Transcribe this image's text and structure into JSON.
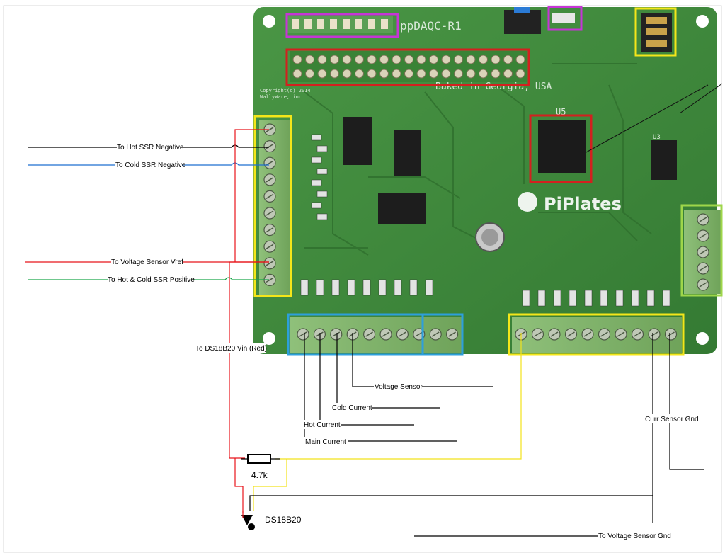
{
  "board": {
    "model": "ppDAQC-R1",
    "tagline": "Baked in Georgia, USA",
    "copyright": [
      "Copyright(c) 2014",
      "WallyWare, inc"
    ],
    "chip_u5": "U5",
    "chip_u3": "U3",
    "logo": "PiPlates"
  },
  "labels": {
    "hot_ssr_negative": "To Hot SSR Negative",
    "cold_ssr_negative": "To Cold SSR Negative",
    "voltage_sensor_vref": "To Voltage Sensor Vref",
    "hot_cold_ssr_positive": "To Hot & Cold SSR Positive",
    "ds18b20_vin": "To DS18B20 Vin (Red)",
    "voltage_sensor": "Voltage Sensor",
    "cold_current": "Cold Current",
    "hot_current": "Hot Current",
    "main_current": "Main Current",
    "curr_sensor_gnd": "Curr Sensor Gnd",
    "voltage_sensor_gnd": "To Voltage Sensor Gnd",
    "resistor_value": "4.7k",
    "sensor_name": "DS18B20"
  },
  "colors": {
    "board_green": "#3f8a3c",
    "wire_black": "#000000",
    "wire_red": "#e8141b",
    "wire_blue": "#1f6fd1",
    "wire_green": "#1aa64a",
    "wire_yellow": "#f2e21a",
    "highlight_red": "#d3201f",
    "highlight_magenta": "#c635d6",
    "highlight_yellow": "#f4e61a",
    "highlight_blue": "#2d9fdc",
    "highlight_lime": "#9ed64a"
  }
}
